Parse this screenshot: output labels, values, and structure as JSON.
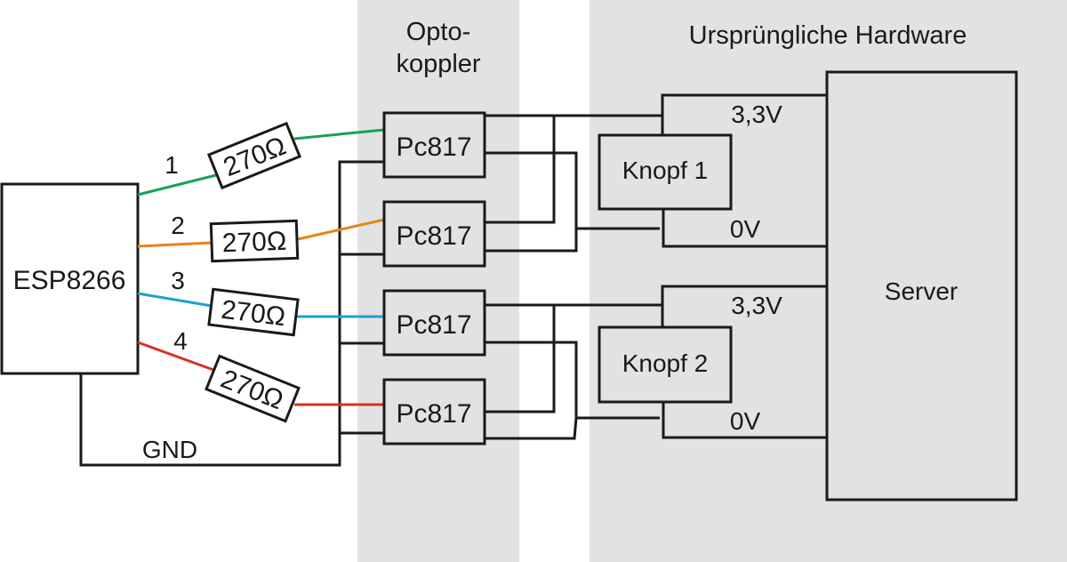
{
  "sections": {
    "optocoupler_title_line1": "Opto-",
    "optocoupler_title_line2": "koppler",
    "hardware_title": "Ursprüngliche Hardware"
  },
  "colors": {
    "band": "#e1e3e2",
    "wire": "#1a1a1a",
    "channel_1": "#1aa055",
    "channel_2": "#e8821e",
    "channel_3": "#1ea0d2",
    "channel_4": "#d83020"
  },
  "esp": {
    "label": "ESP8266"
  },
  "gnd_label": "GND",
  "channels": [
    {
      "number": "1",
      "resistor": "270Ω",
      "optocoupler": "Pc817"
    },
    {
      "number": "2",
      "resistor": "270Ω",
      "optocoupler": "Pc817"
    },
    {
      "number": "3",
      "resistor": "270Ω",
      "optocoupler": "Pc817"
    },
    {
      "number": "4",
      "resistor": "270Ω",
      "optocoupler": "Pc817"
    }
  ],
  "buttons": [
    {
      "label": "Knopf 1",
      "v_high": "3,3V",
      "v_low": "0V"
    },
    {
      "label": "Knopf 2",
      "v_high": "3,3V",
      "v_low": "0V"
    }
  ],
  "server": {
    "label": "Server"
  }
}
